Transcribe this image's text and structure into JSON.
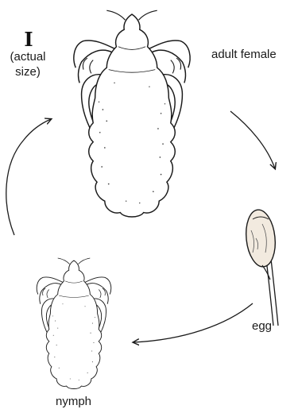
{
  "labels": {
    "size_mark": "I",
    "size_caption": "(actual size)",
    "adult": "adult female",
    "egg": "egg",
    "nymph": "nymph"
  },
  "colors": {
    "ink": "#1a1a1a",
    "body_fill": "#ffffff",
    "egg_fill": "#f2eadf"
  }
}
